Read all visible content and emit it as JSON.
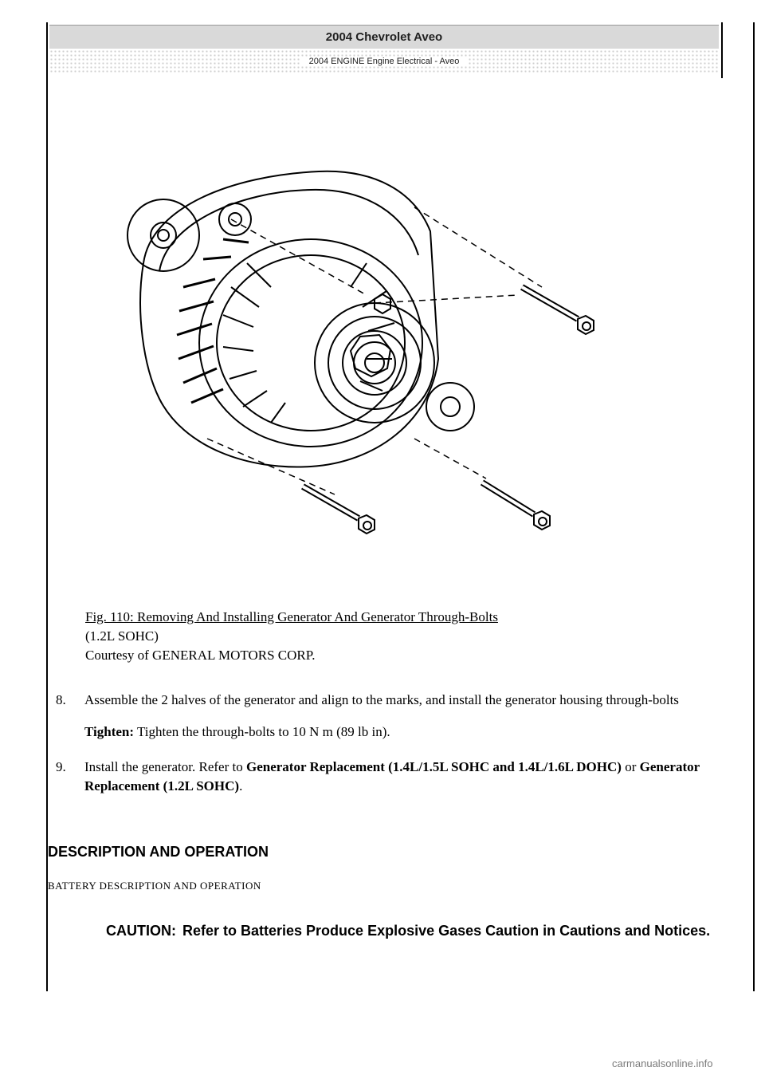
{
  "header": {
    "title": "2004 Chevrolet Aveo",
    "subtitle": "2004 ENGINE Engine Electrical - Aveo"
  },
  "figure": {
    "caption_title": "Fig. 110: Removing And Installing Generator And Generator Through-Bolts",
    "caption_line2": "(1.2L SOHC)",
    "courtesy": "Courtesy of GENERAL MOTORS CORP."
  },
  "steps": [
    {
      "num": "8.",
      "text": "Assemble the 2 halves of the generator and align to the marks, and install the generator housing through-bolts",
      "tighten_label": "Tighten:",
      "tighten_text": "Tighten the through-bolts to 10 N m (89 lb in)."
    },
    {
      "num": "9.",
      "text_prefix": "Install the generator. Refer to",
      "link1": "Generator Replacement (1.4L/1.5L SOHC and 1.4L/1.6L DOHC)",
      "text_mid": "or",
      "link2": "Generator Replacement (1.2L SOHC)",
      "text_suffix": "."
    }
  ],
  "section_title": "DESCRIPTION AND OPERATION",
  "subsection_title": "BATTERY DESCRIPTION AND OPERATION",
  "caution": {
    "label": "CAUTION:",
    "text": "Refer to Batteries Produce Explosive Gases Caution in Cautions and Notices."
  },
  "footer": "carmanualsonline.info"
}
